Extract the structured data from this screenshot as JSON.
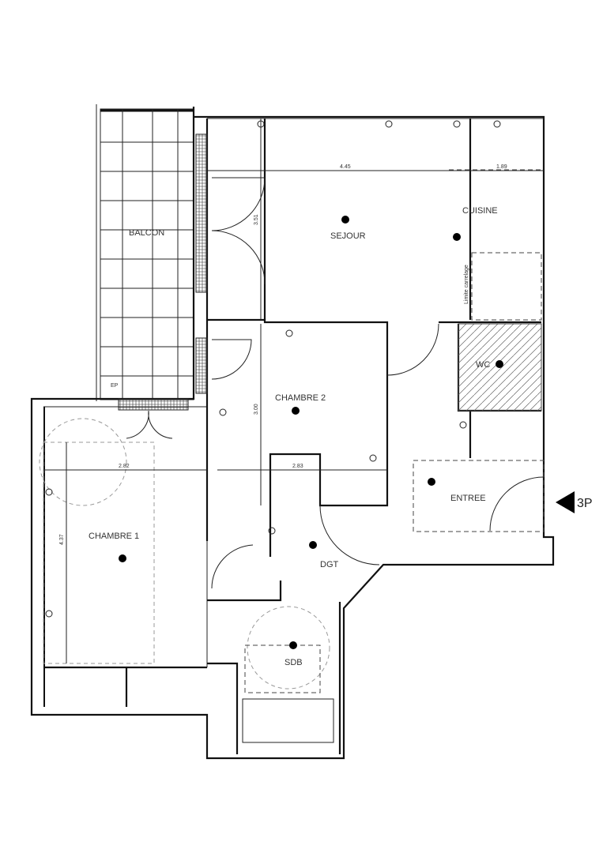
{
  "rooms": {
    "balcon": "BALCON",
    "sejour": "SEJOUR",
    "cuisine": "CUISINE",
    "chambre2": "CHAMBRE 2",
    "wc": "WC",
    "entree": "ENTREE",
    "chambre1": "CHAMBRE 1",
    "dgt": "DGT",
    "sdb": "SDB"
  },
  "dimensions": {
    "sejour_width": "4.45",
    "cuisine_width": "1.89",
    "sejour_depth": "3.51",
    "chambre2_depth": "3.00",
    "chambre1_width": "2.82",
    "chambre2_width": "2.83",
    "chambre1_depth": "4.37"
  },
  "notes": {
    "limite_carrelage": "Limite carrelage",
    "ep": "EP"
  },
  "entrance_marker": "3P"
}
